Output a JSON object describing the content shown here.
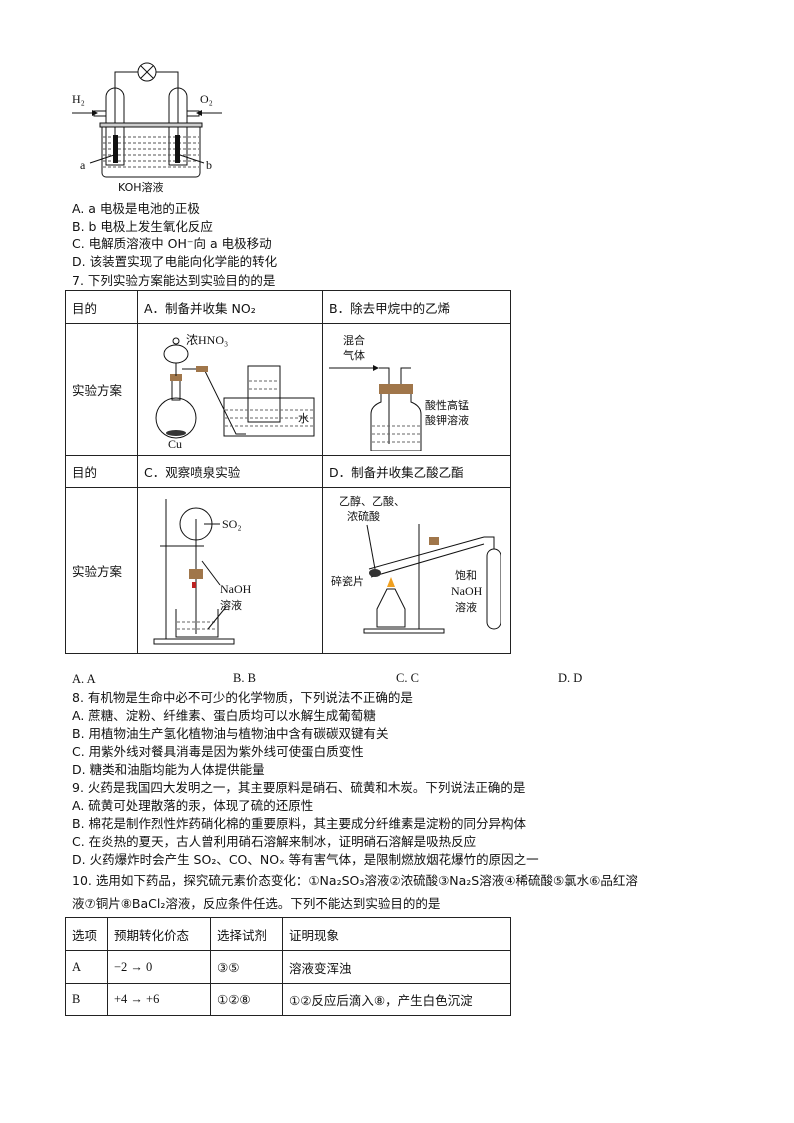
{
  "fuel_cell": {
    "h2": "H₂",
    "o2": "O₂",
    "a": "a",
    "b": "b",
    "solution": "KOH溶液"
  },
  "q6_options": [
    "A. a 电极是电池的正极",
    "B. b 电极上发生氧化反应",
    "C.  电解质溶液中 OH⁻向 a 电极移动",
    "D.  该装置实现了电能向化学能的转化"
  ],
  "q7": {
    "stem": "7.  下列实验方案能达到实验目的的是",
    "row_label_purpose": "目的",
    "row_label_plan": "实验方案",
    "A": {
      "title": "A．制备并收集 NO₂",
      "label_acid": "浓HNO₃",
      "label_cu": "Cu",
      "label_water": "水"
    },
    "B": {
      "title": "B．除去甲烷中的乙烯",
      "label_gas1": "混合",
      "label_gas2": "气体",
      "label_sol1": "酸性高锰",
      "label_sol2": "酸钾溶液"
    },
    "C": {
      "title": "C．观察喷泉实验",
      "label_so2": "SO₂",
      "label_naoh": "NaOH",
      "label_sol": "溶液"
    },
    "D": {
      "title": "D．制备并收集乙酸乙酯",
      "label_r1": "乙醇、乙酸、",
      "label_r2": "浓硫酸",
      "label_chip": "碎瓷片",
      "label_s1": "饱和",
      "label_s2": "NaOH",
      "label_s3": "溶液"
    },
    "options": [
      "A. A",
      "B. B",
      "C. C",
      "D. D"
    ]
  },
  "q8": {
    "stem": "8.  有机物是生命中必不可少的化学物质，下列说法不正确的是",
    "options": [
      "A.  蔗糖、淀粉、纤维素、蛋白质均可以水解生成葡萄糖",
      "B.  用植物油生产氢化植物油与植物油中含有碳碳双键有关",
      "C.  用紫外线对餐具消毒是因为紫外线可使蛋白质变性",
      "D.  糖类和油脂均能为人体提供能量"
    ]
  },
  "q9": {
    "stem": "9.  火药是我国四大发明之一，其主要原料是硝石、硫黄和木炭。下列说法正确的是",
    "options": [
      "A.  硫黄可处理散落的汞，体现了硫的还原性",
      "B.  棉花是制作烈性炸药硝化棉的重要原料，其主要成分纤维素是淀粉的同分异构体",
      "C.  在炎热的夏天，古人曾利用硝石溶解来制冰，证明硝石溶解是吸热反应",
      "D.  火药爆炸时会产生 SO₂、CO、NOₓ 等有害气体，是限制燃放烟花爆竹的原因之一"
    ]
  },
  "q10": {
    "stem1": "10. 选用如下药品，探究硫元素价态变化：①Na₂SO₃溶液②浓硫酸③Na₂S溶液④稀硫酸⑤氯水⑥品红溶",
    "stem2": "液⑦铜片⑧BaCl₂溶液，反应条件任选。下列不能达到实验目的的是",
    "headers": [
      "选项",
      "预期转化价态",
      "选择试剂",
      "证明现象"
    ],
    "rows": [
      [
        "A",
        "−2 → 0",
        "③⑤",
        "溶液变浑浊"
      ],
      [
        "B",
        "+4 → +6",
        "①②⑧",
        "①②反应后滴入⑧，产生白色沉淀"
      ]
    ]
  }
}
